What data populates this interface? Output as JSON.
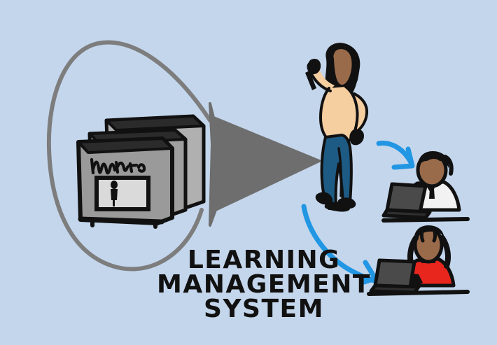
{
  "illustration": {
    "title_lines": [
      "LEARNING",
      "MANAGEMENT",
      "SYSTEM"
    ],
    "background_color": "#c4d6ec",
    "palette": {
      "background": "#c4d6ec",
      "ink": "#111111",
      "funnel_grey": "#7d7d7d",
      "arrow_grey": "#6e6e6e",
      "slide_face": "#9a9a9a",
      "slide_side": "#b0b0b0",
      "slide_inner": "#d8d8d8",
      "blue_arrow": "#2196e3",
      "skin": "#f6cfa0",
      "face_brown": "#9a6b4a",
      "jeans_blue": "#1d5b85",
      "shirt_white": "#f2f2f2",
      "shirt_red": "#e8261e",
      "laptop_screen": "#4a4a4a",
      "laptop_base": "#2e2e2e"
    },
    "elements": [
      {
        "name": "funnel-loop",
        "label": "grey funnel loop enclosing course slides",
        "color": "#7d7d7d"
      },
      {
        "name": "course-slides-stack",
        "label": "stack of three course slides",
        "count": 3,
        "content": "scribbled text line and a framed figure",
        "color": "#9a9a9a"
      },
      {
        "name": "grey-arrow",
        "label": "large grey arrow pointing right",
        "direction": "right",
        "color": "#6e6e6e"
      },
      {
        "name": "instructor-figure",
        "label": "standing instructor with raised arms",
        "skin": "#f6cfa0",
        "pants": "#1d5b85"
      },
      {
        "name": "learner-top",
        "label": "learner in white shirt and tie at a laptop",
        "shirt": "#f2f2f2"
      },
      {
        "name": "learner-bottom",
        "label": "learner in red shirt with long hair at a laptop",
        "shirt": "#e8261e"
      },
      {
        "name": "blue-arrow-top",
        "label": "blue curved arrow to the upper learner",
        "color": "#2196e3"
      },
      {
        "name": "blue-arrow-bottom",
        "label": "blue curved arrow to the lower learner",
        "color": "#2196e3"
      }
    ]
  }
}
